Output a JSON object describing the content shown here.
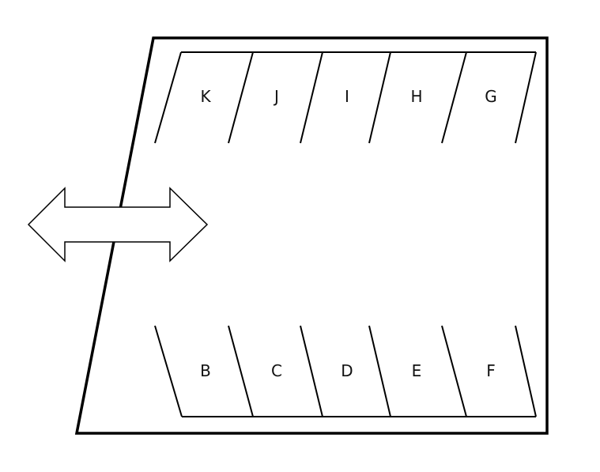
{
  "diagram": {
    "top_row_labels": [
      "K",
      "J",
      "I",
      "H",
      "G"
    ],
    "bottom_row_labels": [
      "B",
      "C",
      "D",
      "E",
      "F"
    ],
    "colors": {
      "stroke": "#000000",
      "background": "#ffffff",
      "label": "#111111"
    },
    "icons": {
      "entrance_arrow": "double-headed-arrow"
    }
  }
}
